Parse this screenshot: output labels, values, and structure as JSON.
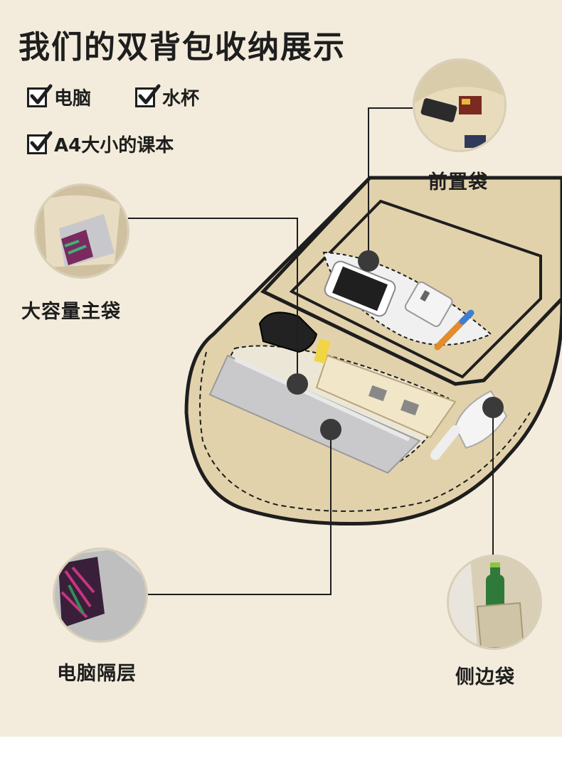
{
  "title": "我们的双背包收纳展示",
  "checklist": [
    "电脑",
    "水杯",
    "A4大小的课本"
  ],
  "callouts": {
    "front_pocket": "前置袋",
    "main_pocket": "大容量主袋",
    "laptop_sleeve": "电脑隔层",
    "side_pocket": "侧边袋"
  },
  "colors": {
    "background": "#f3ecdc",
    "bag_fill": "#e2d2ac",
    "outline": "#1e1e1e",
    "marker": "#3a3a3a"
  }
}
